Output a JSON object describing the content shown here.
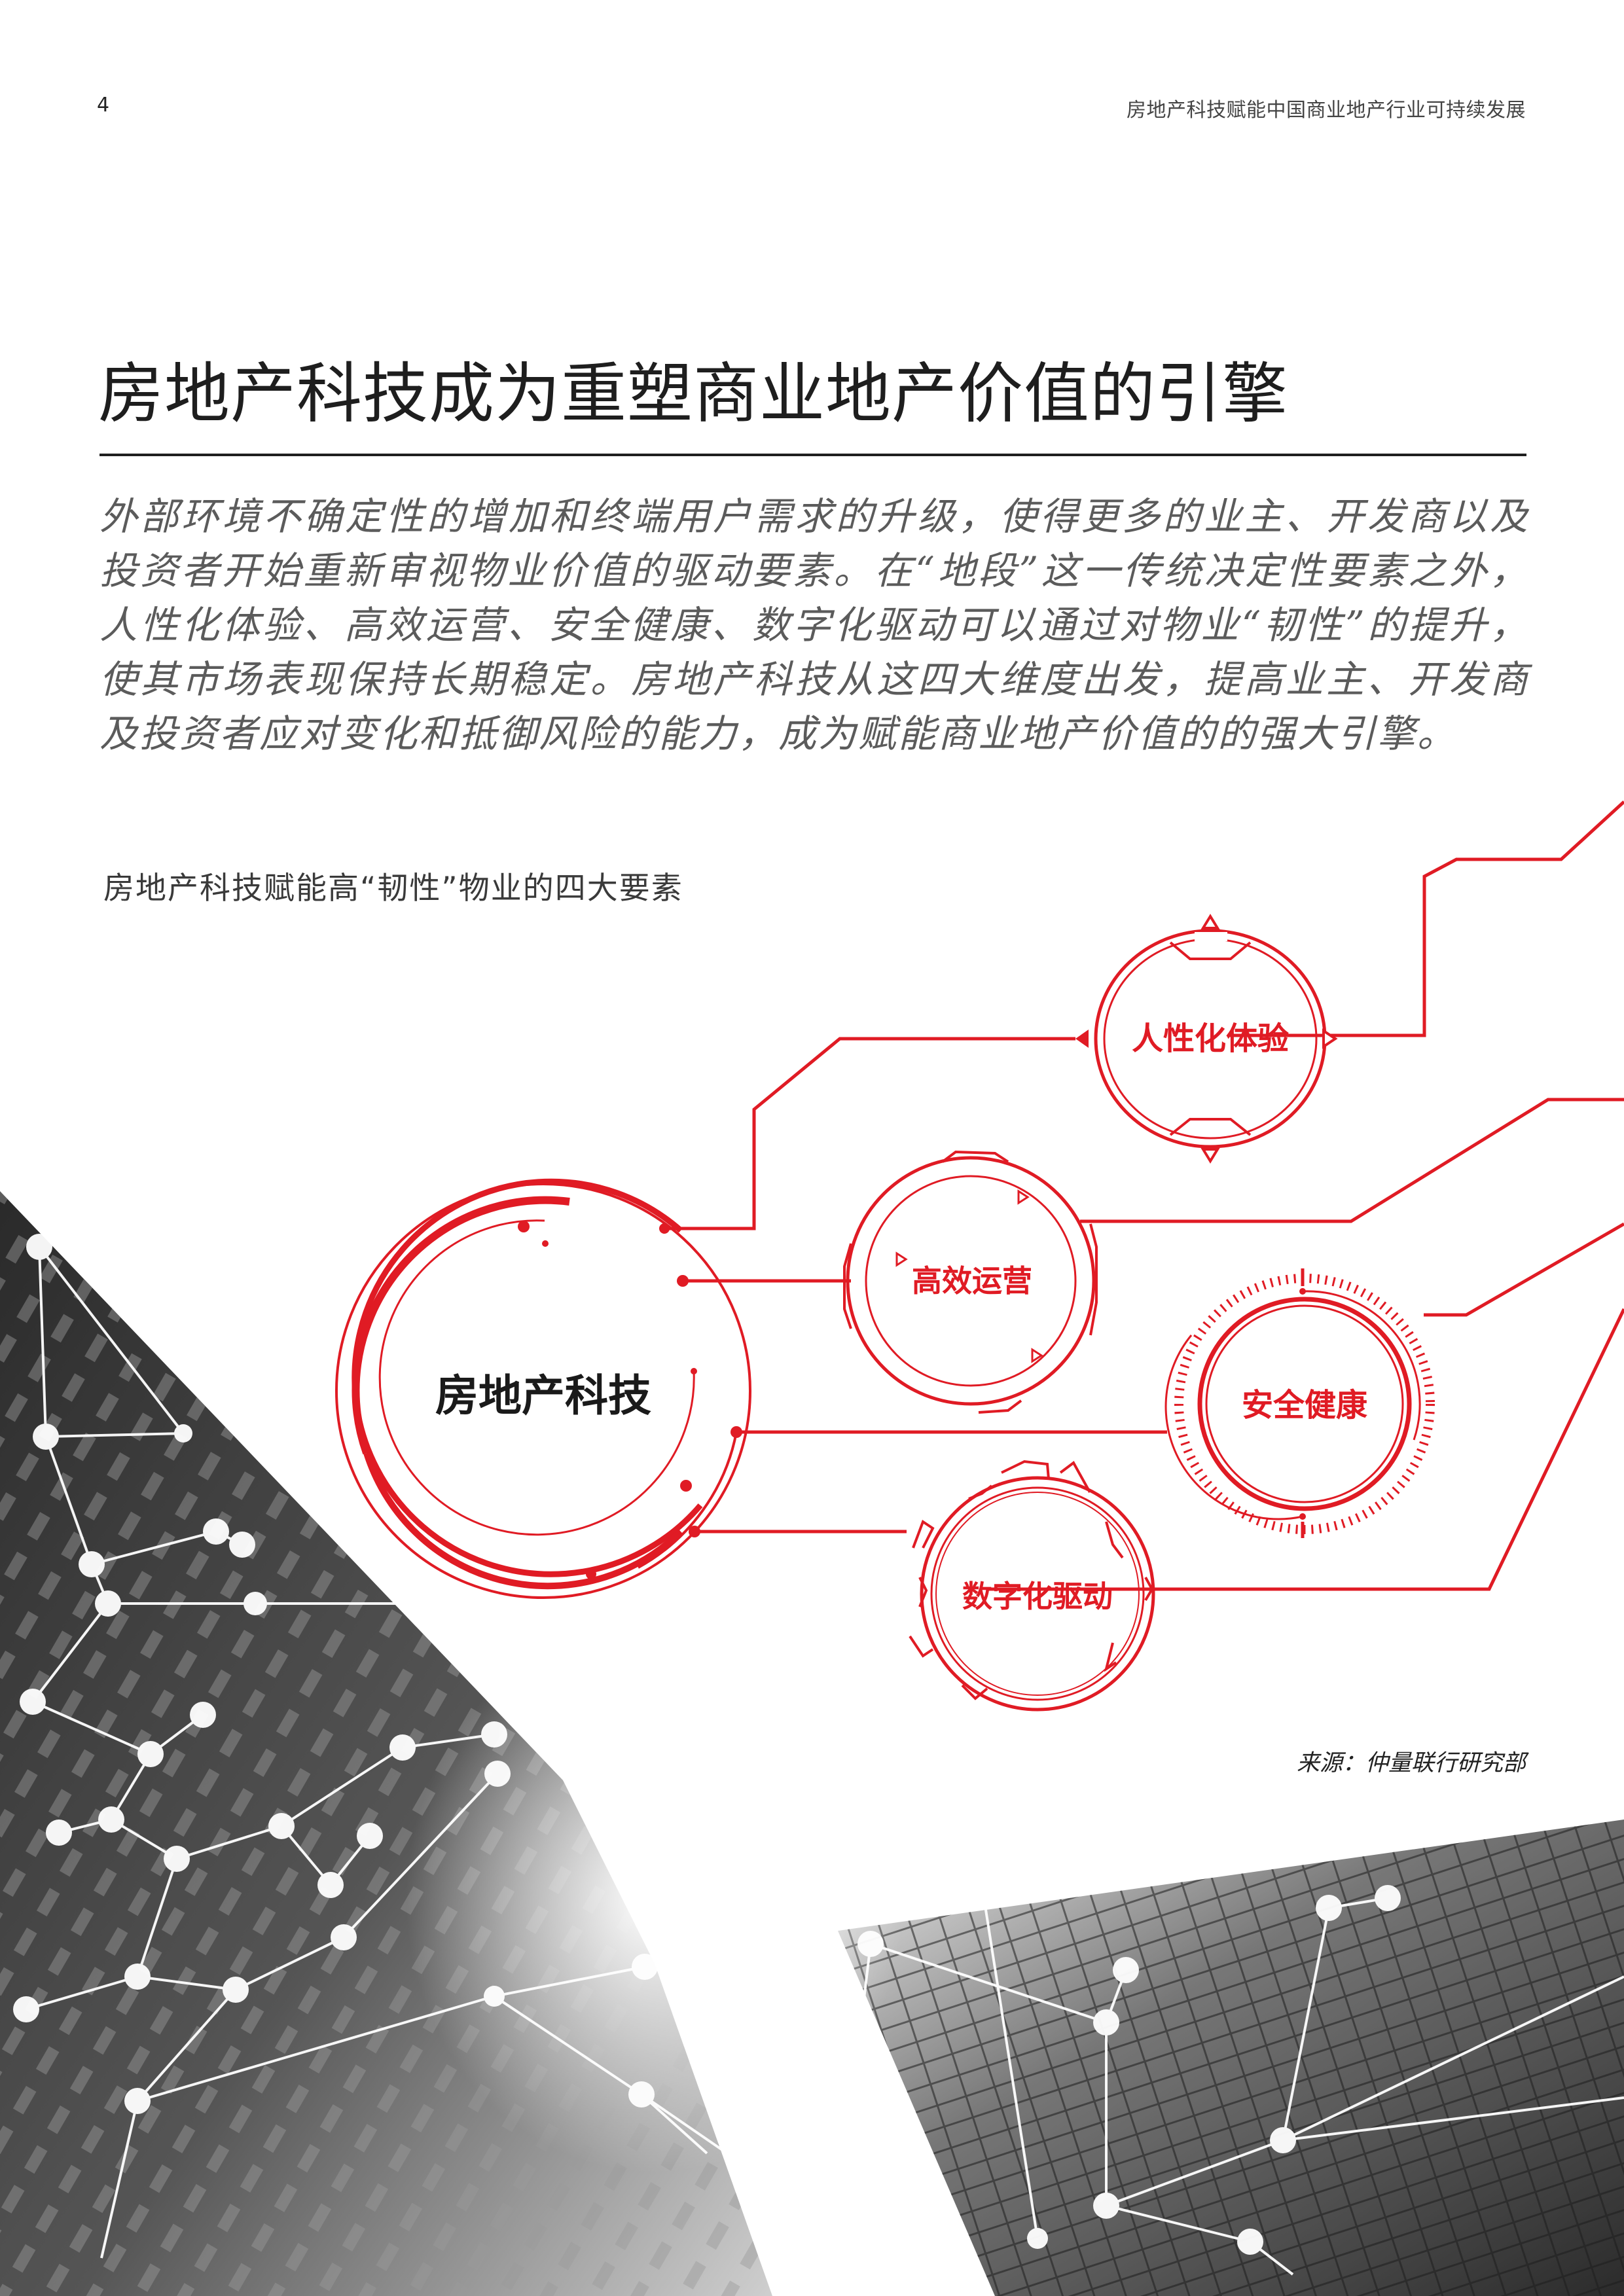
{
  "header": {
    "page_number": "4",
    "running_title": "房地产科技赋能中国商业地产行业可持续发展"
  },
  "main": {
    "title": "房地产科技成为重塑商业地产价值的引擎",
    "intro_paragraph": "外部环境不确定性的增加和终端用户需求的升级，使得更多的业主、开发商以及投资者开始重新审视物业价值的驱动要素。在“地段”这一传统决定性要素之外，人性化体验、高效运营、安全健康、数字化驱动可以通过对物业“韧性”的提升，使其市场表现保持长期稳定。房地产科技从这四大维度出发，提高业主、开发商及投资者应对变化和抵御风险的能力，成为赋能商业地产价值的的强大引擎。"
  },
  "figure": {
    "caption": "房地产科技赋能高“韧性”物业的四大要素",
    "center_node": "房地产科技",
    "nodes": [
      {
        "id": "human",
        "label": "人性化体验"
      },
      {
        "id": "efficient",
        "label": "高效运营"
      },
      {
        "id": "safety",
        "label": "安全健康"
      },
      {
        "id": "digital",
        "label": "数字化驱动"
      }
    ],
    "accent_color": "#e01b24",
    "center_text_color": "#1a1a1a",
    "source": "来源：仲量联行研究部"
  },
  "background": {
    "image": "grayscale-skyscrapers-with-network-overlay"
  }
}
